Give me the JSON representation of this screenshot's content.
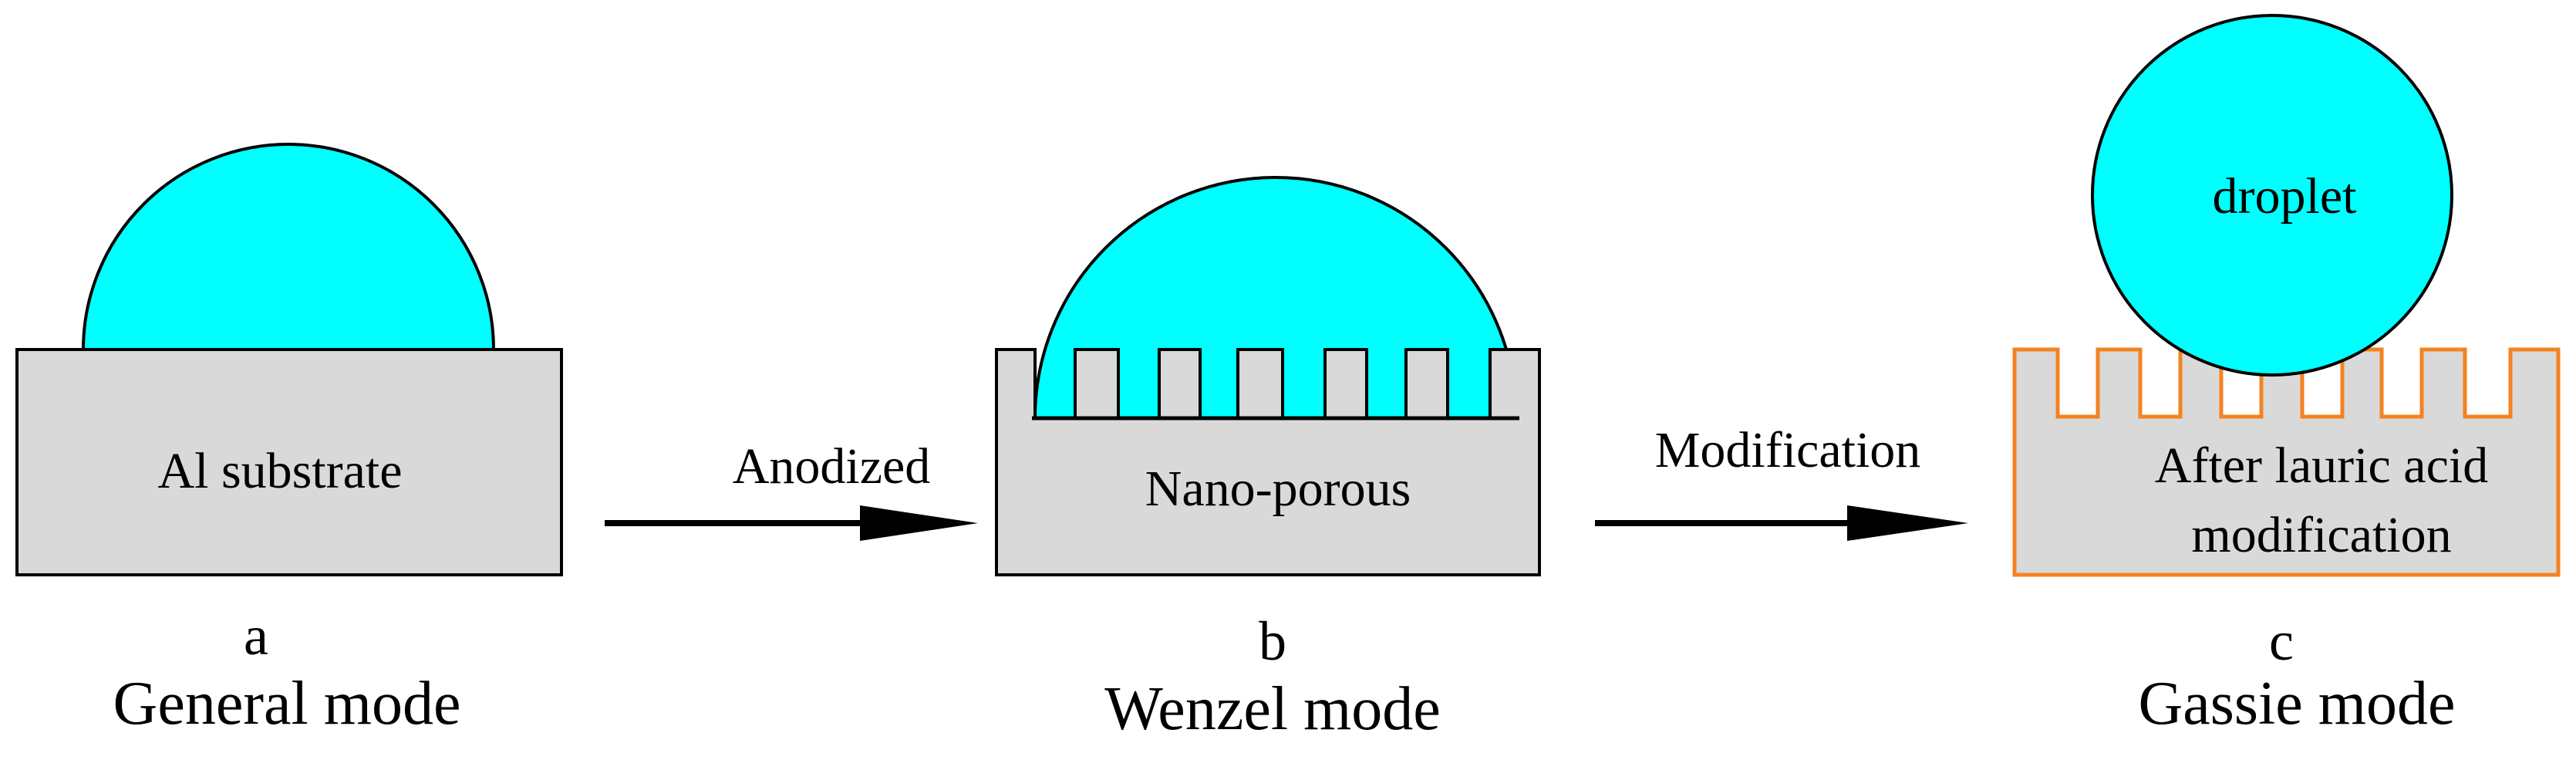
{
  "colors": {
    "droplet": "#00FFFF",
    "substrate": "#D9D9D9",
    "outline": "#000000",
    "modified_outline": "#F58220"
  },
  "panels": [
    {
      "letter": "a",
      "caption": "General mode",
      "substrate_label": "Al substrate"
    },
    {
      "letter": "b",
      "caption": "Wenzel mode",
      "substrate_label": "Nano-porous"
    },
    {
      "letter": "c",
      "caption": "Gassie mode",
      "substrate_label_line1": "After lauric acid",
      "substrate_label_line2": "modification",
      "droplet_label": "droplet"
    }
  ],
  "arrows": [
    {
      "label": "Anodized"
    },
    {
      "label": "Modification"
    }
  ]
}
